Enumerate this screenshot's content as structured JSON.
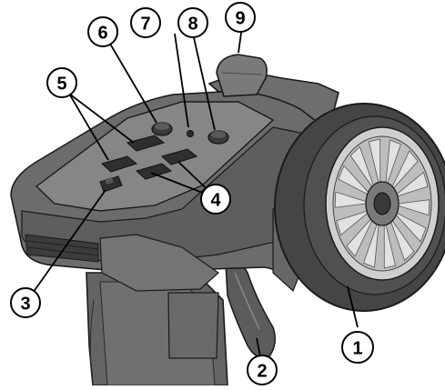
{
  "callouts": [
    {
      "label": "1",
      "part": "steering-wheel"
    },
    {
      "label": "2",
      "part": "throttle-trigger"
    },
    {
      "label": "3",
      "part": "power-switch"
    },
    {
      "label": "4",
      "part": "lower-trim-buttons"
    },
    {
      "label": "5",
      "part": "upper-trim-buttons"
    },
    {
      "label": "6",
      "part": "left-push-button"
    },
    {
      "label": "7",
      "part": "led-indicator"
    },
    {
      "label": "8",
      "part": "right-push-button"
    },
    {
      "label": "9",
      "part": "top-antenna-knob"
    }
  ],
  "colors": {
    "body_dark": "#5e5e5e",
    "body_mid": "#7a7a7a",
    "body_light": "#9c9c9c",
    "panel_top": "#8a8a8a",
    "button": "#3a3a3a",
    "tire": "#4a4a4a",
    "rim": "#c9c9c9",
    "callout_fill": "#ffffff",
    "callout_stroke": "#000000"
  }
}
